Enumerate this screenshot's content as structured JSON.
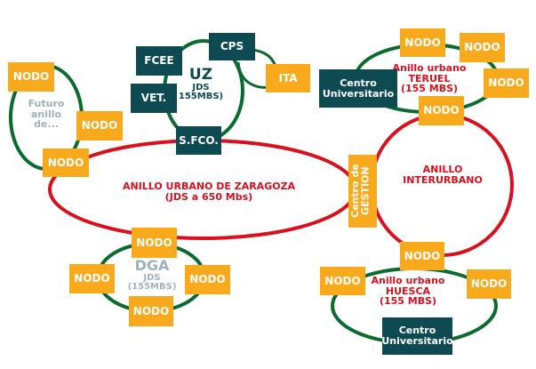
{
  "colors": {
    "node_orange": "#f8aa1c",
    "campus_teal": "#0d4a52",
    "ring_red": "#d9101e",
    "ring_green": "#0b6b2e",
    "label_grey": "#9fb2b9"
  },
  "rings": {
    "zaragoza": {
      "title": "ANILLO URBANO DE ZARAGOZA",
      "subtitle": "(JDS a 650 Mbs)"
    },
    "interurbano": {
      "line1": "ANILLO",
      "line2": "INTERURBANO"
    },
    "teruel": {
      "line1": "Anillo urbano",
      "line2": "TERUEL",
      "line3": "(155 MBS)"
    },
    "huesca": {
      "line1": "Anillo urbano",
      "line2": "HUESCA",
      "line3": "(155 MBS)"
    },
    "uz": {
      "line1": "UZ",
      "line2": "JDS",
      "line3": "155MBS)"
    },
    "dga": {
      "line1": "DGA",
      "line2": "JDS",
      "line3": "(155MBS)"
    },
    "futuro": {
      "line1": "Futuro",
      "line2": "anillo",
      "line3": "de..."
    }
  },
  "nodes": {
    "nodo": "NODO",
    "fcee": "FCEE",
    "cps": "CPS",
    "vet": "VET.",
    "sfco": "S.FCO.",
    "ita": "ITA",
    "centro_teruel": "Centro Universitario",
    "centro_huesca": "Centro Universitario",
    "centro_gestion": "Centro de GESTION"
  }
}
